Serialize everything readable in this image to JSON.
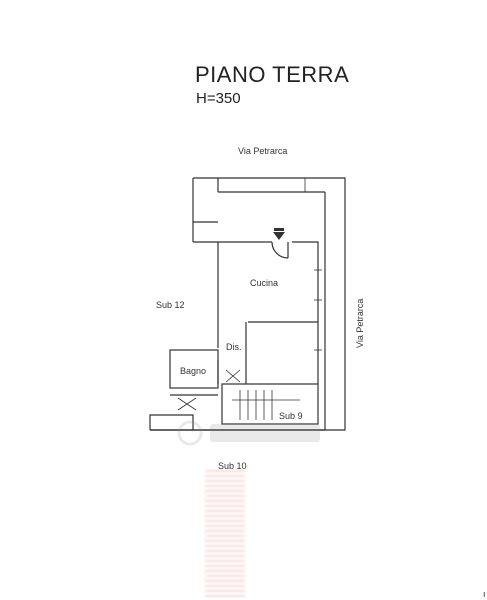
{
  "plan": {
    "title": "PIANO TERRA",
    "height_label": "H=350",
    "street_top": "Via Petrarca",
    "street_right": "Via Petrarca",
    "rooms": {
      "cucina": "Cucina",
      "dis": "Dis.",
      "bagno": "Bagno"
    },
    "neighbors": {
      "sub12": "Sub 12",
      "sub9": "Sub 9",
      "sub10": "Sub 10"
    }
  }
}
